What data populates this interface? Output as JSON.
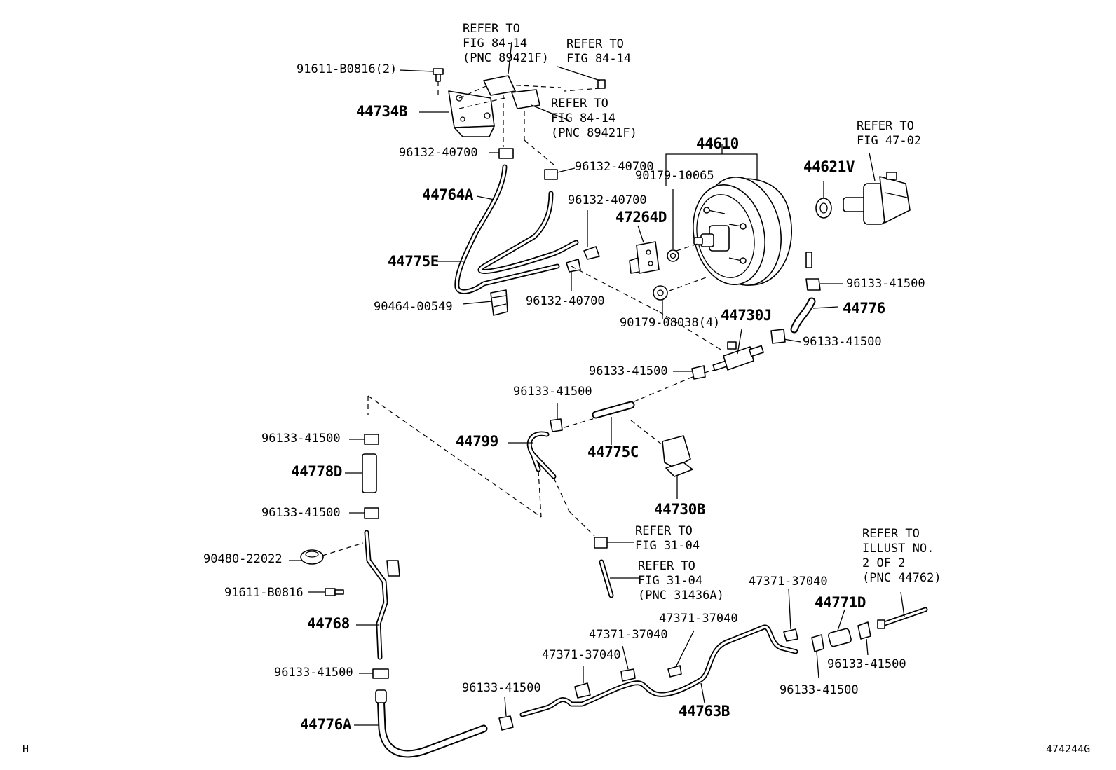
{
  "diagram": {
    "figure_code": "474244G",
    "corner_mark": "H",
    "parts": {
      "p44610": "44610",
      "p44621V": "44621V",
      "p47264D": "47264D",
      "p44734B": "44734B",
      "p44764A": "44764A",
      "p44775E": "44775E",
      "p44730J": "44730J",
      "p44776": "44776",
      "p44799": "44799",
      "p44775C": "44775C",
      "p44730B": "44730B",
      "p44778D": "44778D",
      "p44768": "44768",
      "p44776A": "44776A",
      "p44763B": "44763B",
      "p44771D": "44771D"
    },
    "numbers": {
      "n91611_b0816_2": "91611-B0816(2)",
      "n96132_a": "96132-40700",
      "n96132_b": "96132-40700",
      "n96132_c": "96132-40700",
      "n96132_d": "96132-40700",
      "n90179_10065": "90179-10065",
      "n90464": "90464-00549",
      "n90179_08038": "90179-08038(4)",
      "n96133_r1": "96133-41500",
      "n96133_r2": "96133-41500",
      "n96133_j": "96133-41500",
      "n96133_m": "96133-41500",
      "n96133_l1": "96133-41500",
      "n96133_l2": "96133-41500",
      "n96133_l3": "96133-41500",
      "n96133_b1": "96133-41500",
      "n96133_b2": "96133-41500",
      "n96133_b3": "96133-41500",
      "n90480": "90480-22022",
      "n91611_b0816": "91611-B0816",
      "n47371_a": "47371-37040",
      "n47371_b": "47371-37040",
      "n47371_c": "47371-37040",
      "n47371_d": "47371-37040"
    },
    "refs": {
      "ref1": [
        "REFER TO",
        "FIG 84-14",
        "(PNC 89421F)"
      ],
      "ref2": [
        "REFER TO",
        "FIG 84-14"
      ],
      "ref3": [
        "REFER TO",
        "FIG 84-14",
        "(PNC 89421F)"
      ],
      "ref4": [
        "REFER TO",
        "FIG 47-02"
      ],
      "ref5": [
        "REFER TO",
        "FIG 31-04"
      ],
      "ref6": [
        "REFER TO",
        "FIG 31-04",
        "(PNC 31436A)"
      ],
      "ref7": [
        "REFER TO",
        "ILLUST NO.",
        "2 OF 2",
        "(PNC 44762)"
      ]
    }
  }
}
